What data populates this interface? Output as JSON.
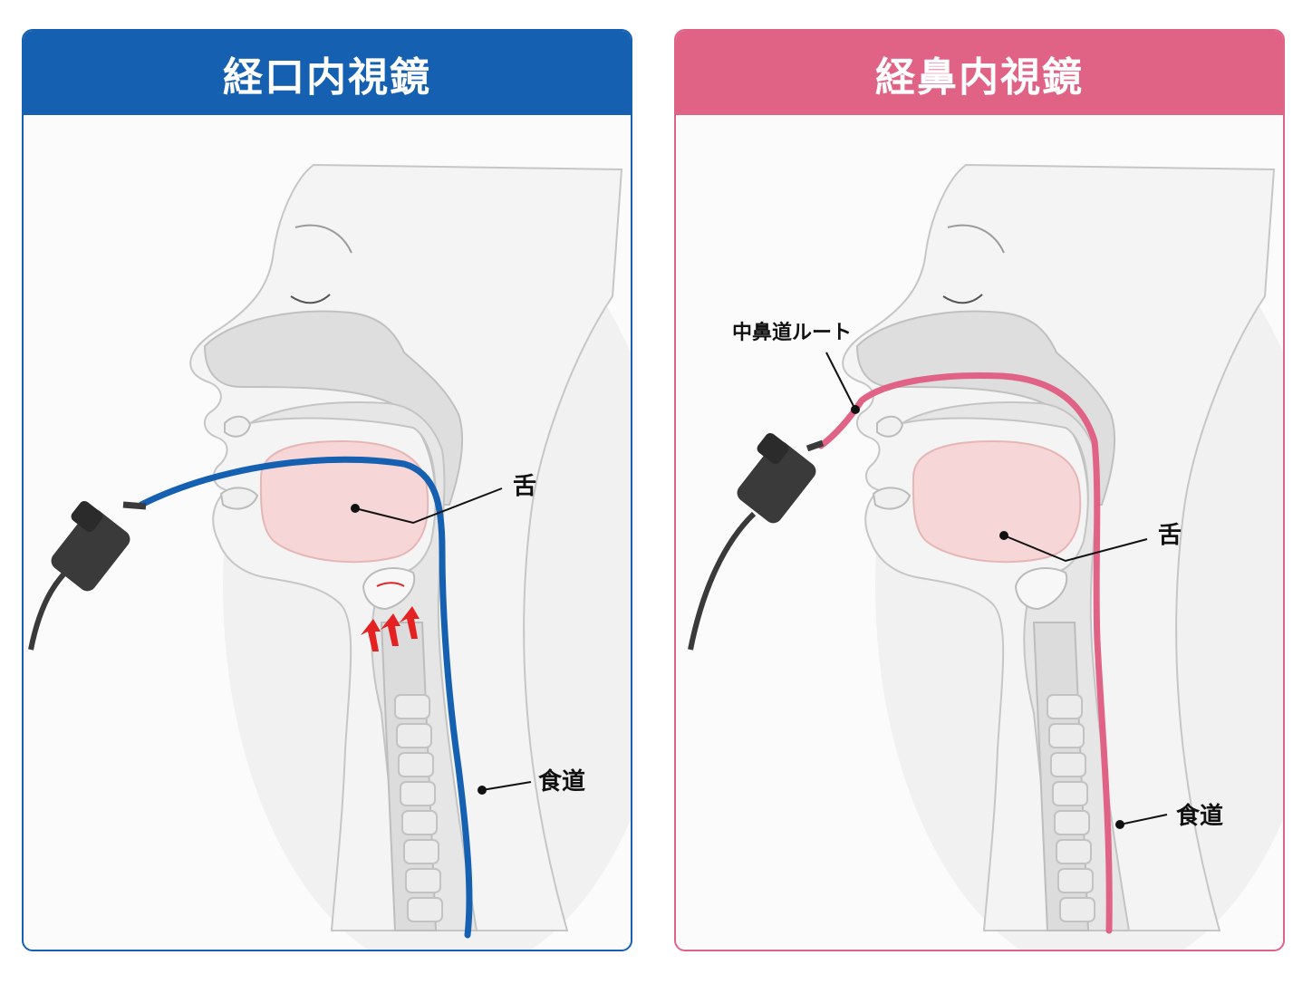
{
  "panels": [
    {
      "title": "経口内視鏡",
      "color": "#1560b0",
      "labels": {
        "tongue": "舌",
        "esophagus": "食道"
      }
    },
    {
      "title": "経鼻内視鏡",
      "color": "#e06386",
      "labels": {
        "route": "中鼻道ルート",
        "tongue": "舌",
        "esophagus": "食道"
      }
    }
  ],
  "colors": {
    "scope_body": "#3a3a3a",
    "tongue_fill": "#f6d6d6",
    "anatomy_fill": "#e2e2e2",
    "anatomy_stroke": "#bdbdbd",
    "gag_arrow": "#e52222"
  },
  "icons": [
    "endoscope-handle-icon",
    "gag-reflex-arrow-icon"
  ]
}
